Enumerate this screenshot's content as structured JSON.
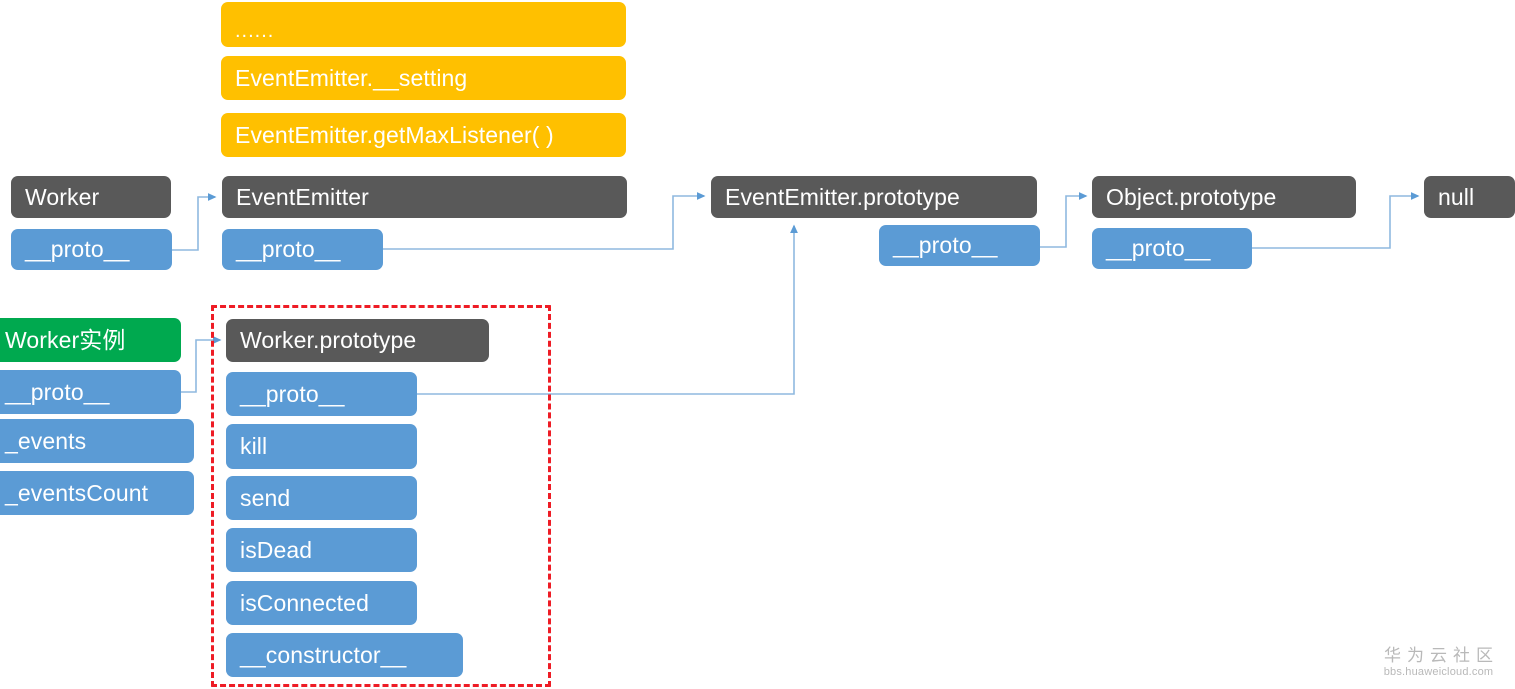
{
  "diagram": {
    "title": "JavaScript prototype chain diagram",
    "colors": {
      "gray": "#595959",
      "blue": "#5B9BD5",
      "green": "#00A94F",
      "yellow": "#FFC000",
      "edge": "#5B9BD5",
      "dashed_border": "#EE1C25",
      "background": "#FFFFFF"
    },
    "nodes": {
      "yellow_dots": "......",
      "yellow_setting": "EventEmitter.__setting",
      "yellow_getmaxlistener": "EventEmitter.getMaxListener( )",
      "worker": "Worker",
      "worker_proto": "__proto__",
      "eventemitter": "EventEmitter",
      "eventemitter_proto": "__proto__",
      "eventemitter_prototype": "EventEmitter.prototype",
      "eventemitter_prototype_proto": "__proto__",
      "object_prototype": "Object.prototype",
      "object_prototype_proto": "__proto__",
      "null_node": "null",
      "worker_instance": "Worker实例",
      "worker_instance_proto": "__proto__",
      "worker_instance_events": "_events",
      "worker_instance_eventscount": "_eventsCount",
      "worker_prototype": "Worker.prototype",
      "worker_prototype_proto": "__proto__",
      "worker_prototype_kill": "kill",
      "worker_prototype_send": "send",
      "worker_prototype_isdead": "isDead",
      "worker_prototype_isconnected": "isConnected",
      "worker_prototype_constructor": "__constructor__"
    },
    "watermark": {
      "cn": "华为云社区",
      "url": "bbs.huaweicloud.com"
    }
  }
}
